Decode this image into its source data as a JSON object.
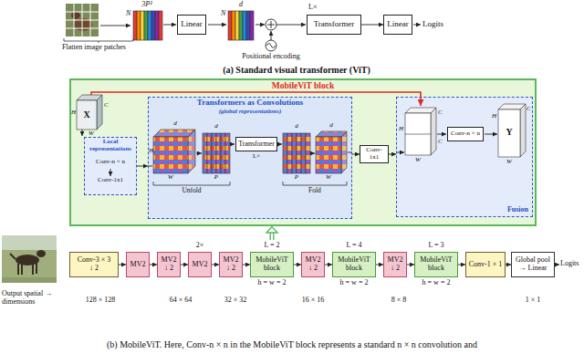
{
  "diagram": {
    "caption": "(b) MobileViT. Here, Conv-n × n in the MobileViT block represents a standard n × n convolution and",
    "nodes": [
      {
        "text": [
          "Linear"
        ]
      },
      {
        "text": [
          "Transformer"
        ]
      },
      {
        "text": [
          "Linear"
        ]
      },
      {
        "text": [
          "MobileViT block"
        ]
      },
      {
        "text": [
          "Local representations",
          "Conv-n × n",
          "Conv-1x1"
        ],
        "in": 3
      },
      {
        "text": [
          "Transformers as Convolutions",
          "(global representations)"
        ],
        "in": 3
      },
      {
        "text": [
          "Transformer"
        ],
        "in": 5
      },
      {
        "text": [
          "Conv-1x1"
        ],
        "in": 3
      },
      {
        "text": [
          "Fusion"
        ],
        "in": 3
      },
      {
        "text": [
          "Conv-n × n"
        ],
        "in": 8
      },
      {
        "text": [
          "Conv-3 × 3",
          "↓ 2"
        ]
      },
      {
        "text": [
          "MV2"
        ]
      },
      {
        "text": [
          "MV2",
          "↓ 2"
        ]
      },
      {
        "text": [
          "MV2"
        ]
      },
      {
        "text": [
          "MV2",
          "↓ 2"
        ]
      },
      {
        "text": [
          "L = 2",
          "MobileViT block",
          "h = w = 2"
        ]
      },
      {
        "text": [
          "MV2",
          "↓ 2"
        ]
      },
      {
        "text": [
          "L = 4",
          "MobileViT block",
          "h = w = 2"
        ]
      },
      {
        "text": [
          "MV2",
          "↓ 2"
        ]
      },
      {
        "text": [
          "L = 3",
          "MobileViT block",
          "h = w = 2"
        ]
      },
      {
        "text": [
          "Conv-1 × 1"
        ]
      },
      {
        "text": [
          "Global pool → Linear"
        ]
      }
    ],
    "edges": [
      {
        "from": 1,
        "to": 2,
        "arrow": "to"
      },
      {
        "from": 4,
        "to": 5,
        "arrow": "to"
      },
      {
        "from": 5,
        "to": 7,
        "arrow": "to"
      },
      {
        "from": 7,
        "to": 8,
        "arrow": "to"
      },
      {
        "from": 15,
        "to": 3,
        "arrow": "to"
      },
      {
        "from": 10,
        "to": 11,
        "arrow": "to"
      },
      {
        "from": 11,
        "to": 12,
        "arrow": "to"
      },
      {
        "from": 12,
        "to": 13,
        "arrow": "to"
      },
      {
        "from": 13,
        "to": 14,
        "arrow": "to"
      },
      {
        "from": 14,
        "to": 15,
        "arrow": "to"
      },
      {
        "from": 15,
        "to": 16,
        "arrow": "to"
      },
      {
        "from": 16,
        "to": 17,
        "arrow": "to"
      },
      {
        "from": 17,
        "to": 18,
        "arrow": "to"
      },
      {
        "from": 18,
        "to": 19,
        "arrow": "to"
      },
      {
        "from": 19,
        "to": 20,
        "arrow": "to"
      },
      {
        "from": 20,
        "to": 21,
        "arrow": "to"
      }
    ],
    "labels": [
      "3P²",
      "N",
      "d",
      "N",
      "Flatten image patches",
      "Positional encoding",
      "L×",
      "Logits",
      "(a) Standard visual transformer (ViT)",
      "X",
      "H",
      "W",
      "C",
      "d",
      "H",
      "W",
      "d",
      "P",
      "L×",
      "d",
      "P",
      "d",
      "W",
      "Unfold",
      "Fold",
      "C",
      "C",
      "H",
      "W",
      "Y",
      "H",
      "W",
      "C",
      "2×",
      "Logits",
      "Output spatial → dimensions",
      "128 × 128",
      "64 × 64",
      "32 × 32",
      "16 × 16",
      "8 × 8",
      "1 × 1"
    ]
  }
}
